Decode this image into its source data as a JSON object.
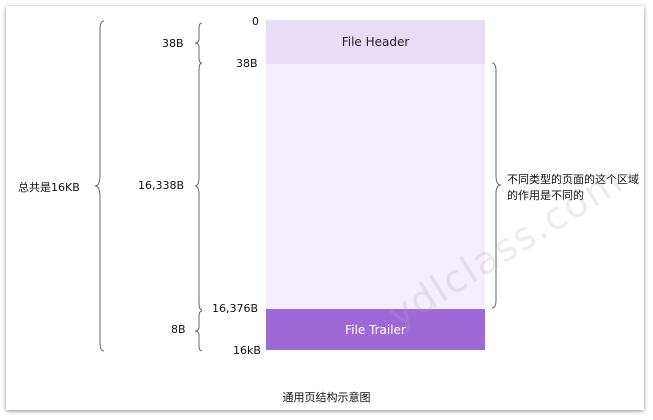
{
  "diagram": {
    "segments": {
      "header": "File Header",
      "trailer": "File Trailer"
    },
    "offsets": {
      "start": "0",
      "header_end": "38B",
      "trailer_start": "16,376B",
      "end": "16kB"
    },
    "sizes": {
      "total": "总共是16KB",
      "header": "38B",
      "body": "16,338B",
      "trailer": "8B"
    },
    "note": "不同类型的页面的这个区域的作用是不同的",
    "caption": "通用页结构示意图",
    "watermark": "ydlclass.com"
  }
}
